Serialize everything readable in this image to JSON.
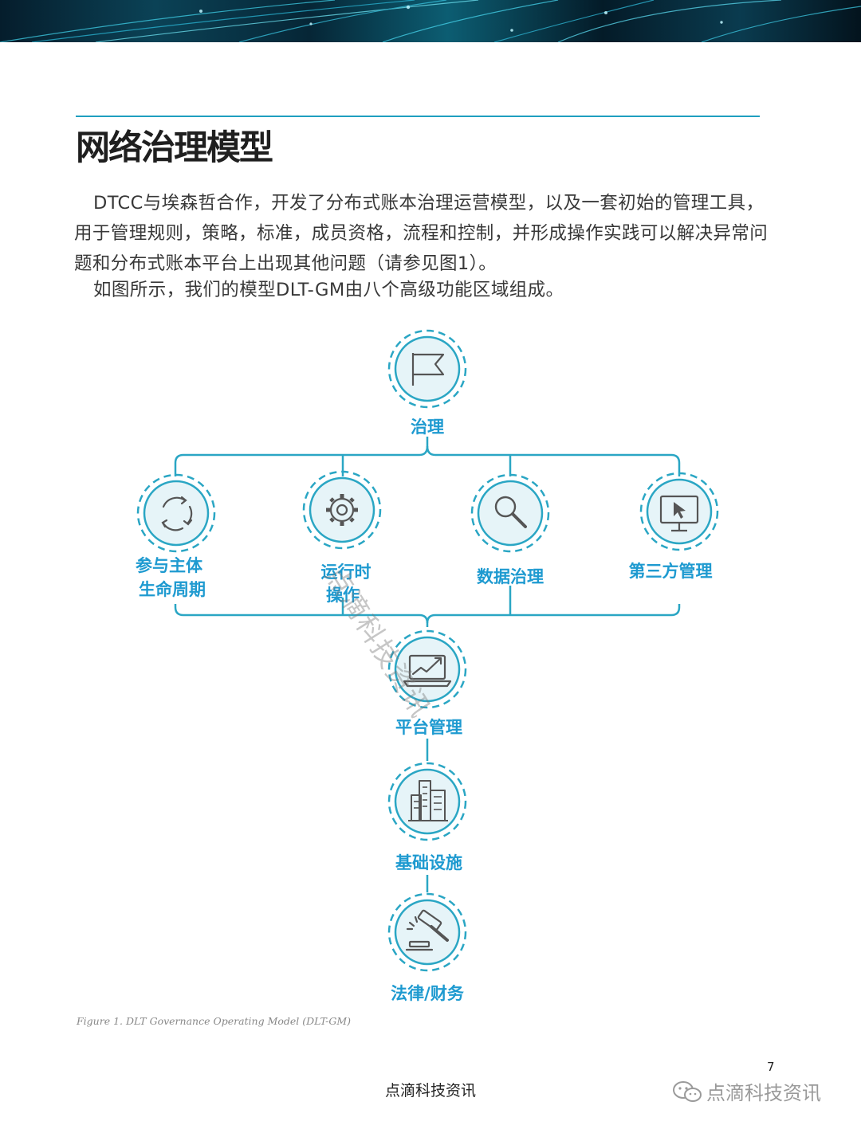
{
  "document": {
    "title": "网络治理模型",
    "paragraphs": [
      "DTCC与埃森哲合作，开发了分布式账本治理运营模型，以及一套初始的管理工具，用于管理规则，策略，标准，成员资格，流程和控制，并形成操作实践可以解决异常问题和分布式账本平台上出现其他问题（请参见图1）。",
      "如图所示，我们的模型DLT-GM由八个高级功能区域组成。"
    ]
  },
  "diagram": {
    "accent_color": "#1e9ad0",
    "line_color": "#2aa6c4",
    "circle_fill": "#e6f4f8",
    "nodes": {
      "governance": {
        "label": "治理",
        "icon": "flag-icon"
      },
      "participant_lifecycle": {
        "label_line1": "参与主体",
        "label_line2": "生命周期",
        "icon": "refresh-cycle-icon"
      },
      "runtime_operations": {
        "label_line1": "运行时",
        "label_line2": "操作",
        "icon": "gear-icon"
      },
      "data_governance": {
        "label": "数据治理",
        "icon": "magnifier-icon"
      },
      "third_party": {
        "label": "第三方管理",
        "icon": "monitor-cursor-icon"
      },
      "platform": {
        "label": "平台管理",
        "icon": "laptop-chart-icon"
      },
      "infrastructure": {
        "label": "基础设施",
        "icon": "buildings-icon"
      },
      "legal_finance": {
        "label": "法律/财务",
        "icon": "gavel-icon"
      }
    }
  },
  "caption": "Figure 1. DLT Governance Operating Model (DLT-GM)",
  "page_number": "7",
  "footer": {
    "source": "点滴科技资讯",
    "wechat_account": "点滴科技资讯",
    "watermark": "点滴科技资讯"
  }
}
